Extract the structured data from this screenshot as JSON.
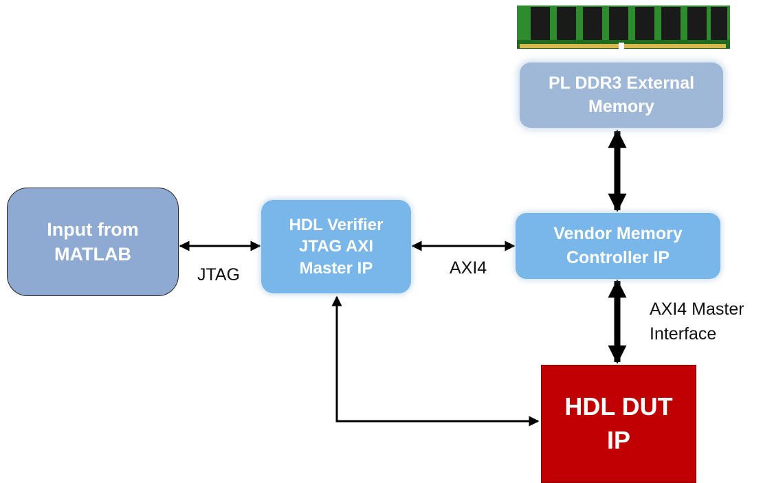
{
  "blocks": {
    "matlab": "Input from\nMATLAB",
    "jtag_master": "HDL Verifier\nJTAG AXI\nMaster IP",
    "vendor_controller": "Vendor Memory\nController IP",
    "ddr_memory": "PL DDR3 External\nMemory",
    "dut": "HDL DUT\nIP"
  },
  "labels": {
    "jtag": "JTAG",
    "axi4": "AXI4",
    "axi4_master": "AXI4 Master\nInterface"
  },
  "colors": {
    "light_block": "#79b6ea",
    "muted_block": "#8eaad3",
    "dut": "#c00000",
    "ram_board": "#1f7a1f",
    "ram_chip": "#1a1a1a"
  }
}
